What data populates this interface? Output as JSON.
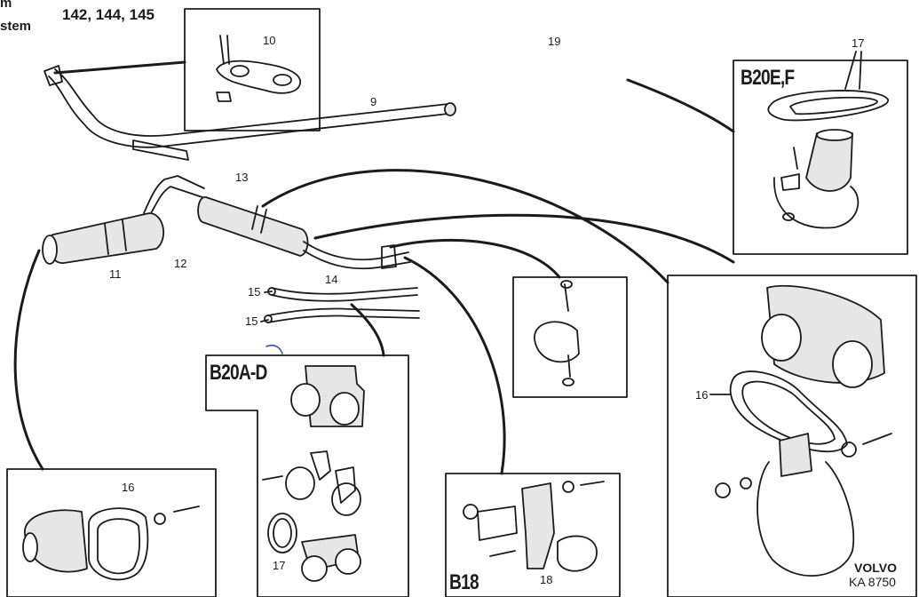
{
  "header": {
    "line1": "m",
    "line2": "stem",
    "models": "142, 144, 145"
  },
  "engine_labels": {
    "b20ef": "B20E,F",
    "b20ad": "B20A-D",
    "b18": "B18"
  },
  "part_numbers": {
    "p9": "9",
    "p10": "10",
    "p11": "11",
    "p12": "12",
    "p13": "13",
    "p14": "14",
    "p15a": "15",
    "p15b": "15",
    "p16_left": "16",
    "p16_right": "16",
    "p17_top": "17",
    "p17_mid": "17",
    "p18": "18",
    "p19": "19"
  },
  "footer": {
    "brand": "VOLVO",
    "code": "KA 8750"
  },
  "colors": {
    "ink": "#1b1b1b",
    "part_fill": "#e6e6e6",
    "background": "#ffffff",
    "stray_mark": "#2c4fc4"
  }
}
